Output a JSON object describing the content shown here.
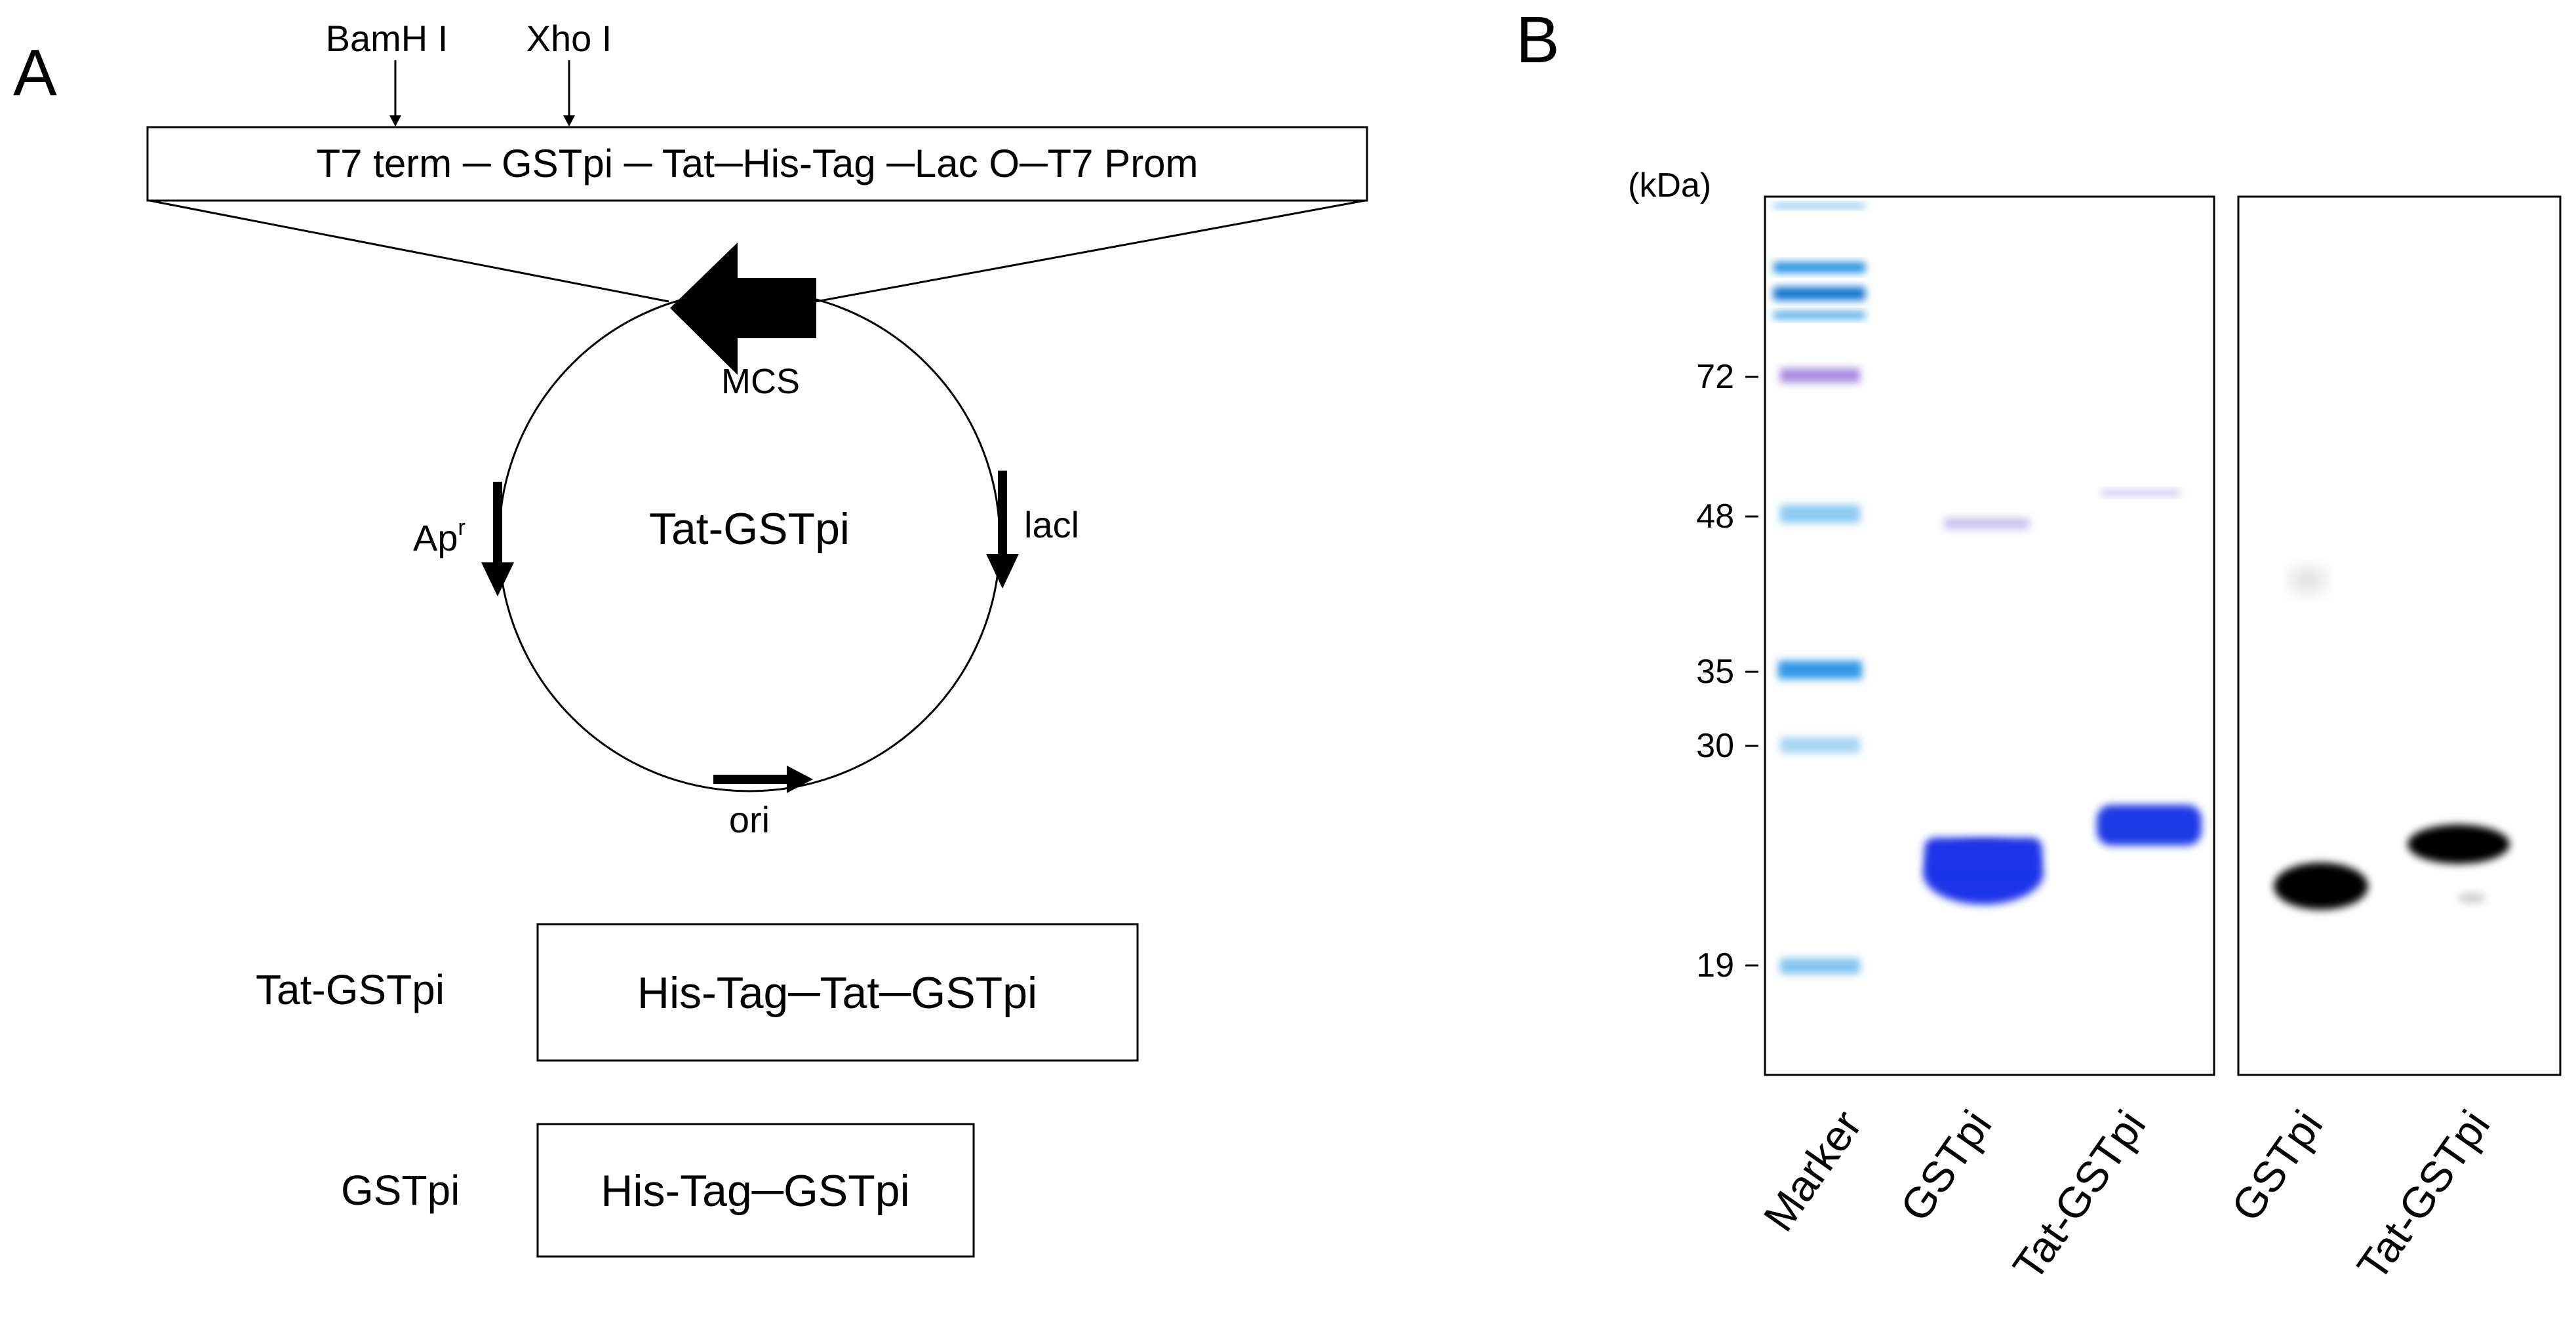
{
  "panel_a": {
    "label": "A",
    "sites": {
      "bamh": "BamH I",
      "xho": "Xho I"
    },
    "cassette": "T7 term ─ GSTpi ─ Tat─His-Tag ─Lac O─T7 Prom",
    "plasmid": {
      "name": "Tat-GSTpi",
      "mcs": "MCS",
      "amp_base": "Ap",
      "amp_sup": "r",
      "lacl": "lacl",
      "ori": "ori"
    },
    "constructs": [
      {
        "name": "Tat-GSTpi",
        "box": "His-Tag─Tat─GSTpi"
      },
      {
        "name": "GSTpi",
        "box": "His-Tag─GSTpi"
      }
    ]
  },
  "panel_b": {
    "label": "B",
    "unit": "(kDa)",
    "mw_ticks": [
      "72",
      "48",
      "35",
      "30",
      "19"
    ],
    "lanes": [
      "Marker",
      "GSTpi",
      "Tat-GSTpi",
      "GSTpi",
      "Tat-GSTpi"
    ],
    "colors": {
      "coomassie": "#1a35e8",
      "marker_blue": "#1c8ee0",
      "marker_violet": "#a98be0",
      "western": "#000000"
    }
  }
}
